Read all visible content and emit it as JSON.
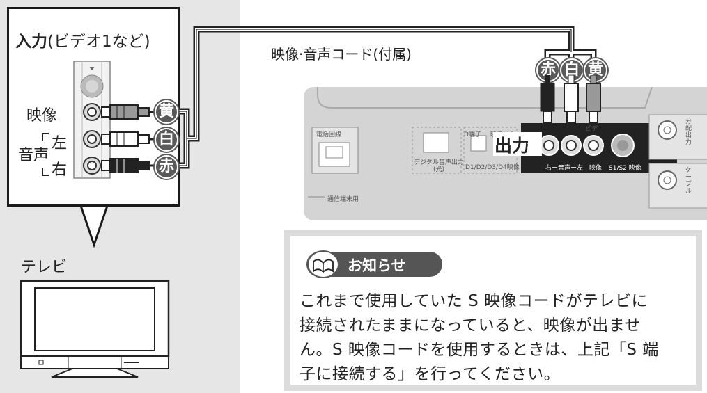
{
  "tv_panel": {
    "input_title_bold": "入力",
    "input_title_rest": "(ビデオ1など)",
    "video_label": "映像",
    "audio_label": "音声",
    "left_label": "左",
    "right_label": "右",
    "plug_yellow": "黄",
    "plug_white": "白",
    "plug_red": "赤"
  },
  "tv_label": "テレビ",
  "cable_label": "映像·音声コード(付属)",
  "cable_colors": [
    "赤",
    "白",
    "黄"
  ],
  "device": {
    "phone_label": "電話回線",
    "digital_audio_label": "デジタル音声出力\n(光)",
    "d_terminal_label": "D1/D2/D3/D4映像",
    "d_terminal_top": "D端子",
    "video_out_top": "映像出力",
    "output_label": "出力",
    "out_small": "出 力",
    "rca_labels": "右ー音声ー左",
    "video_small": "映像",
    "s_video_small": "S1/S2 映像",
    "distribution_label": "分配出力",
    "cable_label": "ケーブル",
    "comm_label": "通信端末用",
    "video_tab": "ビデ"
  },
  "notice": {
    "title": "お知らせ",
    "lines": [
      "これまで使用していた S 映像コードがテレビに",
      "接続されたままになっていると、映像が出ませ",
      "ん。S 映像コードを使用するときは、上記「S 端",
      "子に接続する」を行ってください。"
    ]
  },
  "colors": {
    "panel_bg": "#e6e6e6",
    "badge": "#5a5a5a",
    "device": "#d4d4d4"
  }
}
